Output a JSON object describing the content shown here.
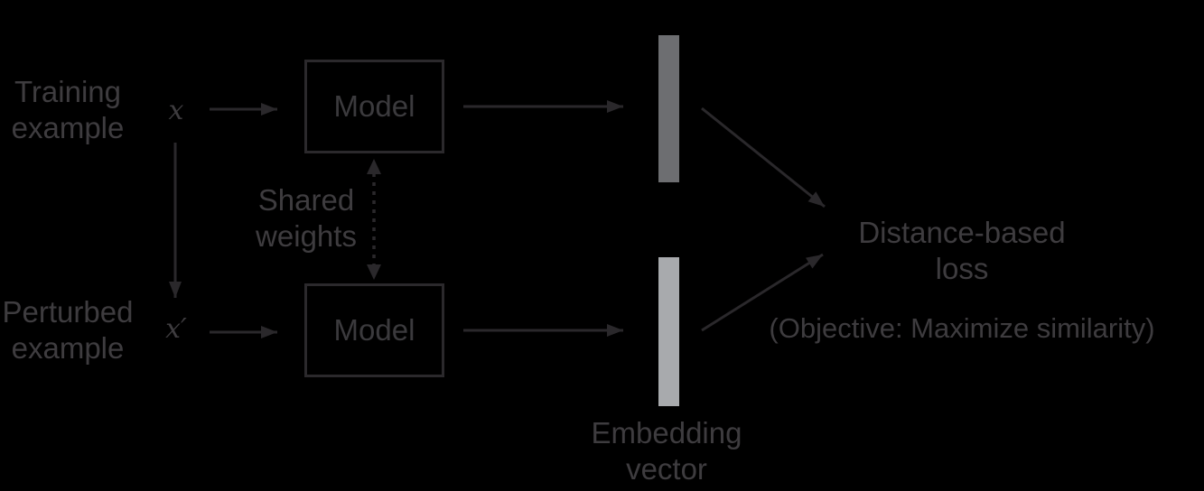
{
  "diagram": {
    "type": "siamese-network-self-supervised-learning",
    "colors": {
      "background": "#000000",
      "text": "#3e3c3f",
      "line": "#2a282b",
      "embedding_top_fill": "#6d6e71",
      "embedding_bottom_fill": "#a8aaad"
    },
    "labels": {
      "training_example": {
        "line1": "Training",
        "line2": "example"
      },
      "perturbed_example": {
        "line1": "Perturbed",
        "line2": "example"
      },
      "input_top": "x",
      "input_bottom": "x′",
      "model_top": "Model",
      "model_bottom": "Model",
      "shared_weights": {
        "line1": "Shared",
        "line2": "weights"
      },
      "embedding_vector": {
        "line1": "Embedding",
        "line2": "vector"
      },
      "loss": {
        "line1": "Distance-based",
        "line2": "loss"
      },
      "objective": "(Objective: Maximize similarity)"
    }
  }
}
